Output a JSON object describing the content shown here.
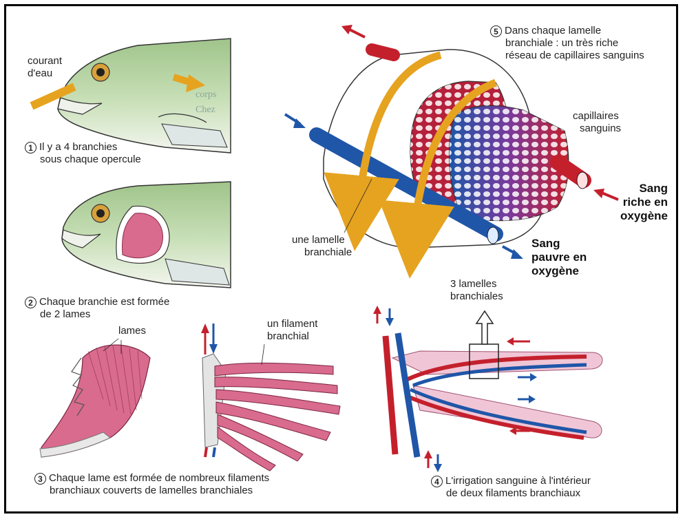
{
  "labels": {
    "courant_line1": "courant",
    "courant_line2": "d'eau",
    "step1_num": "1",
    "step1_line1": "Il y a 4 branchies",
    "step1_line2": "sous chaque opercule",
    "step2_num": "2",
    "step2_line1": "Chaque branchie est formée",
    "step2_line2": "de 2 lames",
    "lames": "lames",
    "filament_line1": "un filament",
    "filament_line2": "branchial",
    "step3_num": "3",
    "step3_line1": "Chaque lame est formée de nombreux filaments",
    "step3_line2": "branchiaux couverts de lamelles branchiales",
    "step4_num": "4",
    "step4_line1": "L'irrigation sanguine à l'intérieur",
    "step4_line2": "de deux filaments branchiaux",
    "step5_num": "5",
    "step5_line1": "Dans chaque lamelle",
    "step5_line2": "branchiale : un très riche",
    "step5_line3": "réseau de capillaires sanguins",
    "capillaires_line1": "capillaires",
    "capillaires_line2": "sanguins",
    "riche_line1": "Sang",
    "riche_line2": "riche en",
    "riche_line3": "oxygène",
    "pauvre_line1": "Sang",
    "pauvre_line2": "pauvre en",
    "pauvre_line3": "oxygène",
    "lamelle_line1": "une lamelle",
    "lamelle_line2": "branchiale",
    "trois_line1": "3 lamelles",
    "trois_line2": "branchiales",
    "bg_text1": "corps",
    "bg_text2": "Chez"
  },
  "colors": {
    "fish_green": "#b9d6a6",
    "gill_pink": "#d86b8e",
    "water_orange": "#e6a320",
    "blood_red": "#c4202c",
    "blood_blue": "#1f56a8",
    "arrow_red": "#c4202c",
    "arrow_blue": "#1f56a8"
  }
}
